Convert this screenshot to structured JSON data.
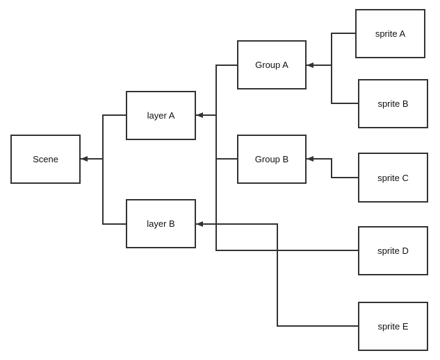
{
  "diagram": {
    "line_color": "#333333",
    "box_border_color": "#333333",
    "nodes": {
      "scene": {
        "label": "Scene"
      },
      "layer_a": {
        "label": "layer A"
      },
      "layer_b": {
        "label": "layer B"
      },
      "group_a": {
        "label": "Group A"
      },
      "group_b": {
        "label": "Group B"
      },
      "sprite_a": {
        "label": "sprite A"
      },
      "sprite_b": {
        "label": "sprite B"
      },
      "sprite_c": {
        "label": "sprite C"
      },
      "sprite_d": {
        "label": "sprite D"
      },
      "sprite_e": {
        "label": "sprite E"
      }
    },
    "edges": [
      {
        "from": "layer_a",
        "to": "scene"
      },
      {
        "from": "layer_b",
        "to": "scene"
      },
      {
        "from": "group_a",
        "to": "layer_a"
      },
      {
        "from": "group_b",
        "to": "layer_a"
      },
      {
        "from": "sprite_d",
        "to": "layer_a"
      },
      {
        "from": "sprite_a",
        "to": "group_a"
      },
      {
        "from": "sprite_b",
        "to": "group_a"
      },
      {
        "from": "sprite_c",
        "to": "group_b"
      },
      {
        "from": "sprite_e",
        "to": "layer_b"
      }
    ]
  }
}
